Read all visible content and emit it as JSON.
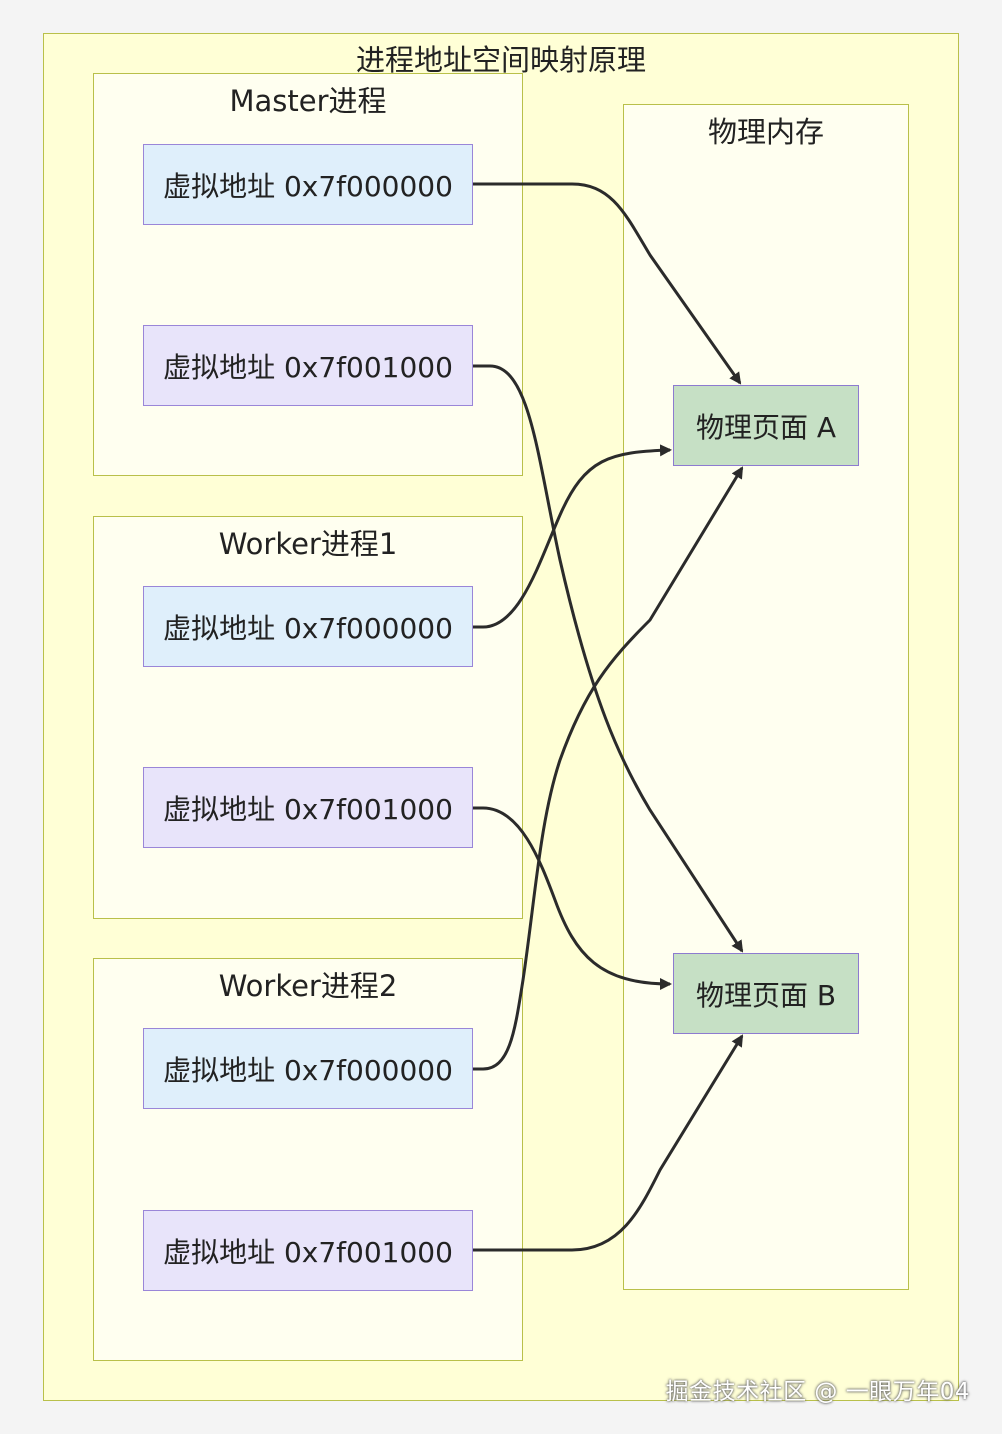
{
  "diagram": {
    "title": "进程地址空间映射原理",
    "groups": {
      "master": {
        "title": "Master进程"
      },
      "worker1": {
        "title": "Worker进程1"
      },
      "worker2": {
        "title": "Worker进程2"
      },
      "physical": {
        "title": "物理内存"
      }
    },
    "nodes": {
      "master_va0": "虚拟地址 0x7f000000",
      "master_va1": "虚拟地址 0x7f001000",
      "worker1_va0": "虚拟地址 0x7f000000",
      "worker1_va1": "虚拟地址 0x7f001000",
      "worker2_va0": "虚拟地址 0x7f000000",
      "worker2_va1": "虚拟地址 0x7f001000",
      "page_a": "物理页面 A",
      "page_b": "物理页面 B"
    },
    "edges": [
      {
        "from": "master_va0",
        "to": "page_a"
      },
      {
        "from": "master_va1",
        "to": "page_b"
      },
      {
        "from": "worker1_va0",
        "to": "page_a"
      },
      {
        "from": "worker1_va1",
        "to": "page_b"
      },
      {
        "from": "worker2_va0",
        "to": "page_a"
      },
      {
        "from": "worker2_va1",
        "to": "page_b"
      }
    ],
    "colors": {
      "outer_bg": "#ffffd6",
      "group_border": "#b9c04a",
      "va_fill_a": "#dfeffb",
      "va_fill_b": "#e8e4fa",
      "page_fill": "#c6e0c5",
      "node_border": "#9a86d8",
      "edge": "#2b2b2b"
    }
  },
  "watermark": "掘金技术社区 @ 一眼万年04"
}
